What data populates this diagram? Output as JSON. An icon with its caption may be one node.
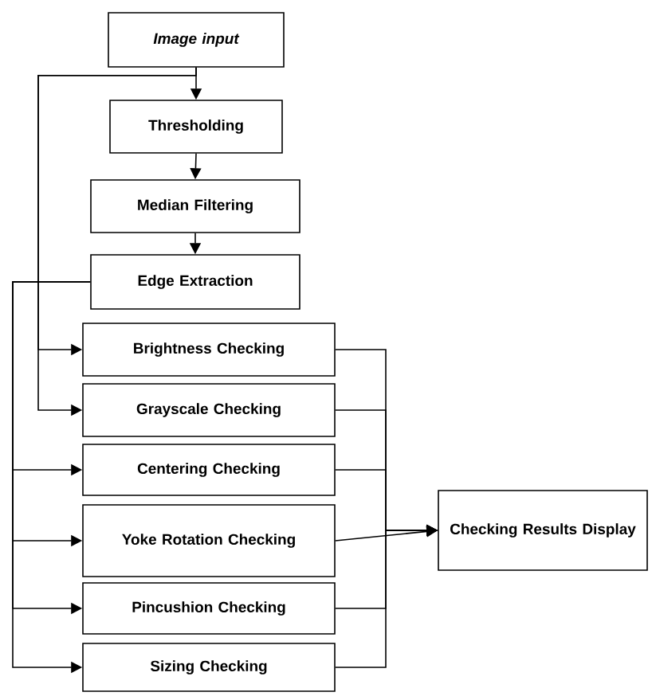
{
  "diagram": {
    "nodes": [
      {
        "text": [
          "Image input"
        ]
      },
      {
        "text": [
          "Thresholding"
        ]
      },
      {
        "text": [
          "Median Filtering"
        ]
      },
      {
        "text": [
          "Edge Extraction"
        ]
      },
      {
        "text": [
          "Brightness Checking"
        ]
      },
      {
        "text": [
          "Grayscale Checking"
        ]
      },
      {
        "text": [
          "Centering Checking"
        ]
      },
      {
        "text": [
          "Yoke Rotation Checking"
        ]
      },
      {
        "text": [
          "Pincushion Checking"
        ]
      },
      {
        "text": [
          "Sizing Checking"
        ]
      },
      {
        "text": [
          "Checking Results Display"
        ]
      }
    ],
    "edges": [
      {
        "from": 0,
        "to": 1,
        "arrow": "to"
      },
      {
        "from": 1,
        "to": 2,
        "arrow": "to"
      },
      {
        "from": 2,
        "to": 3,
        "arrow": "to"
      },
      {
        "from": 0,
        "to": 4,
        "arrow": "to"
      },
      {
        "from": 0,
        "to": 5,
        "arrow": "to"
      },
      {
        "from": 3,
        "to": 6,
        "arrow": "to"
      },
      {
        "from": 3,
        "to": 7,
        "arrow": "to"
      },
      {
        "from": 3,
        "to": 8,
        "arrow": "to"
      },
      {
        "from": 3,
        "to": 9,
        "arrow": "to"
      },
      {
        "from": 4,
        "to": 10,
        "arrow": "to"
      },
      {
        "from": 5,
        "to": 10,
        "arrow": "to"
      },
      {
        "from": 6,
        "to": 10,
        "arrow": "to"
      },
      {
        "from": 7,
        "to": 10,
        "arrow": "to"
      },
      {
        "from": 8,
        "to": 10,
        "arrow": "to"
      },
      {
        "from": 9,
        "to": 10,
        "arrow": "to"
      }
    ]
  }
}
